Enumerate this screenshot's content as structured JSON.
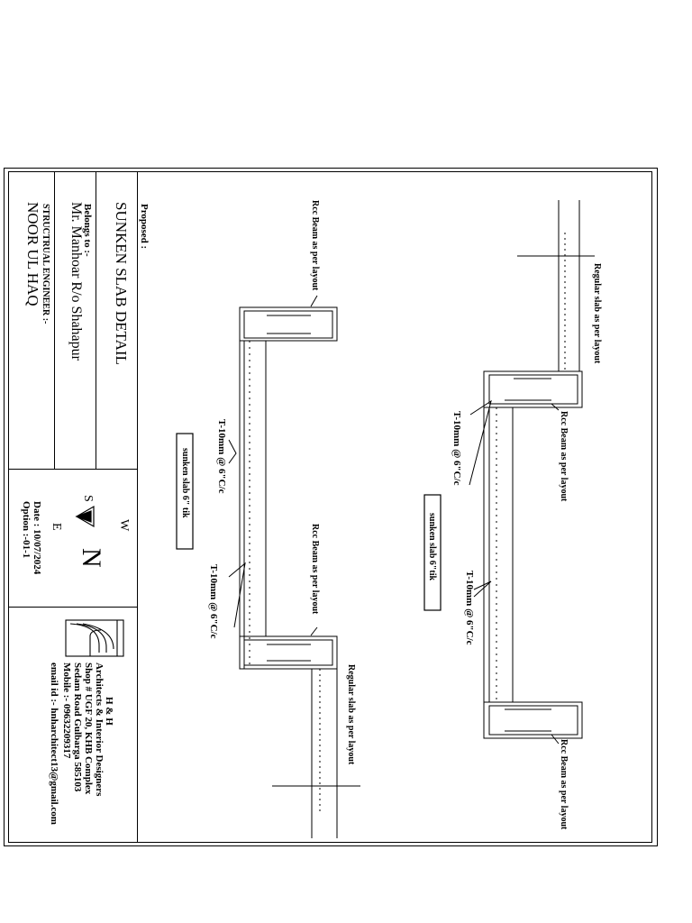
{
  "title_block": {
    "proposed_label": "Proposed :",
    "drawing_title": "SUNKEN SLAB DETAIL",
    "belongs_label": "Belongs to :-",
    "owner": "Mr. Manhoar R/o Shahapur",
    "engineer_label": "STRUCTRUAL ENGINEER :-",
    "engineer_name": "NOOR UL HAQ",
    "compass": {
      "n": "N",
      "s": "S",
      "e": "E",
      "w": "W"
    },
    "date": "Date : 10/07/2024",
    "option": "Option :-01-1",
    "firm": {
      "name": "H & H",
      "tagline": "Architects & Interior Designers",
      "address1": "Shop # UGF 20, KHB Complex",
      "address2": "Sedam Road Gulbarga 585103",
      "mobile": "Mobile :- 09632209317",
      "email": "email id :- hnharchitect13@gmail.com"
    }
  },
  "detail_upper": {
    "regular_slab": "Regular slab as per layout",
    "beam_left": "Rcc Beam as per layout",
    "beam_right": "Rcc Beam as per layout",
    "bar_left": "T-10mm @ 6\"C/c",
    "bar_right": "T-10mm @ 6\"C/c",
    "sunken_slab": "sunken slab 6\"tik"
  },
  "detail_lower": {
    "beam_left": "Rcc Beam as per layout",
    "beam_right": "Rcc Beam as per layout",
    "regular_slab": "Regular slab as per layout",
    "bar_left": "T-10mm @ 6\"C/c",
    "bar_right": "T-10mm @ 6\"C/c",
    "sunken_slab": "sunken slab 6\" tik"
  }
}
